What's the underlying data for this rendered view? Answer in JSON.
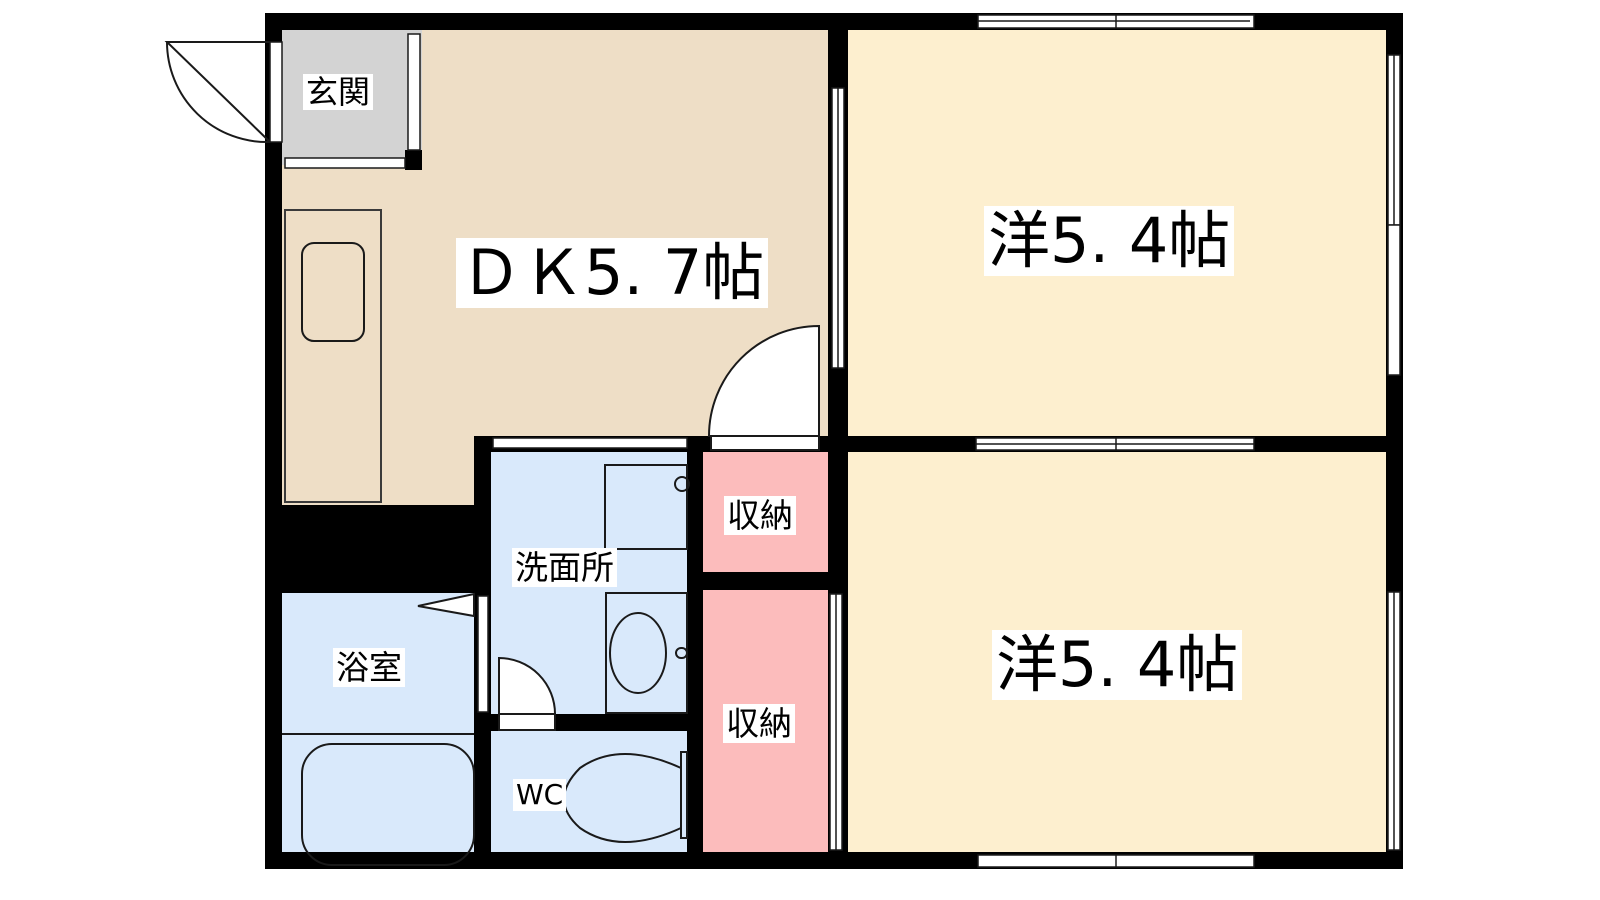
{
  "plan": {
    "colors": {
      "wall": "#000000",
      "dk": "#eedec6",
      "western": "#fdefcf",
      "wet": "#d9e9fb",
      "storage": "#fcbcbc",
      "entrance": "#d3d3d3",
      "opening": "#ffffff",
      "line": "#1a1a1a"
    },
    "rooms": {
      "entrance": {
        "label": "玄関"
      },
      "dk": {
        "label": "ＤＫ5. 7帖"
      },
      "western_1": {
        "label": "洋5. 4帖"
      },
      "western_2": {
        "label": "洋5. 4帖"
      },
      "washroom": {
        "label": "洗面所"
      },
      "bathroom": {
        "label": "浴室"
      },
      "toilet": {
        "label": "WC"
      },
      "storage_1": {
        "label": "収納"
      },
      "storage_2": {
        "label": "収納"
      }
    }
  }
}
